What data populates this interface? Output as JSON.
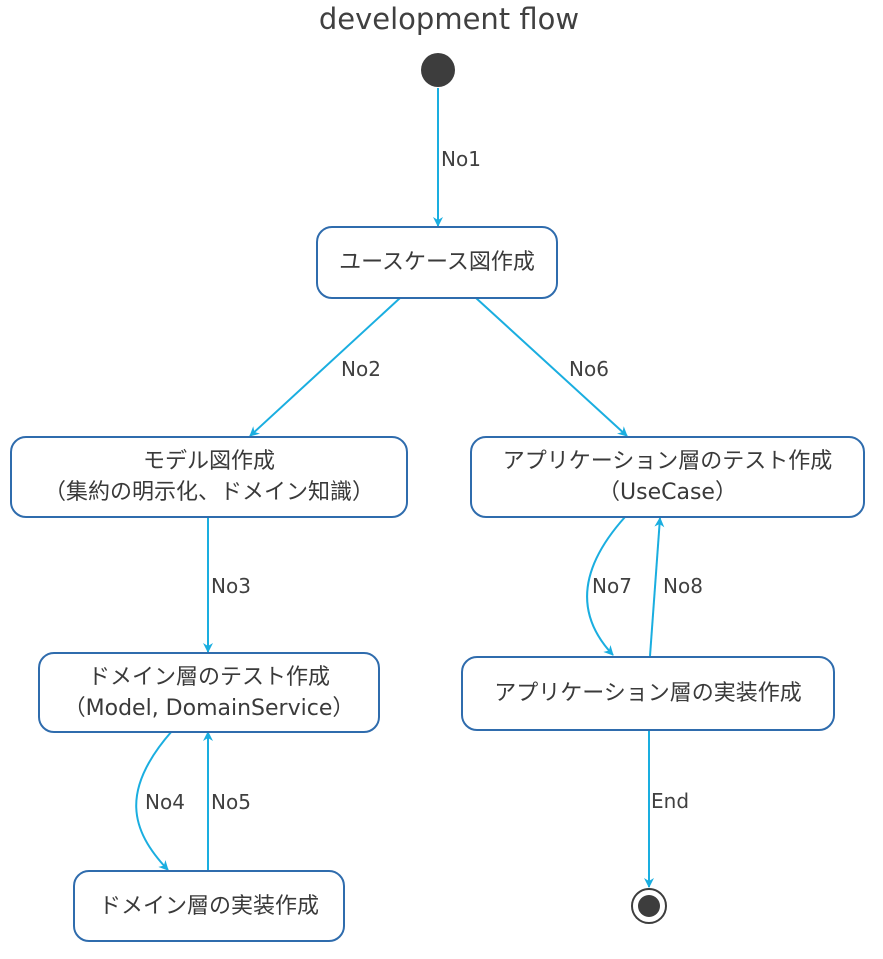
{
  "title": "development flow",
  "nodes": {
    "usecase": {
      "line1": "ユースケース図作成"
    },
    "model": {
      "line1": "モデル図作成",
      "line2": "（集約の明示化、ドメイン知識）"
    },
    "domain_test": {
      "line1": "ドメイン層のテスト作成",
      "line2": "（Model, DomainService）"
    },
    "domain_impl": {
      "line1": "ドメイン層の実装作成"
    },
    "app_test": {
      "line1": "アプリケーション層のテスト作成",
      "line2": "（UseCase）"
    },
    "app_impl": {
      "line1": "アプリケーション層の実装作成"
    }
  },
  "edges": {
    "no1": "No1",
    "no2": "No2",
    "no3": "No3",
    "no4": "No4",
    "no5": "No5",
    "no6": "No6",
    "no7": "No7",
    "no8": "No8",
    "end": "End"
  },
  "colors": {
    "arrow": "#1aaee0",
    "node_border": "#2f6cad",
    "start_node": "#3d3d3d"
  }
}
